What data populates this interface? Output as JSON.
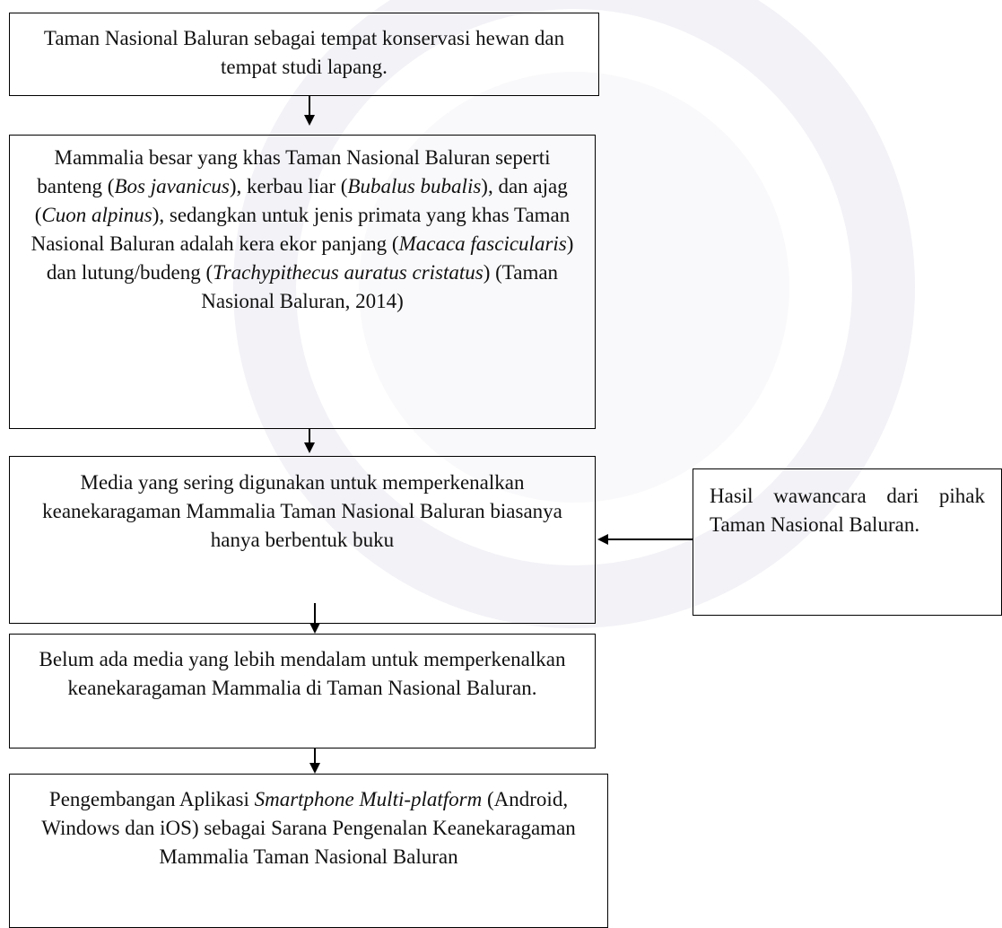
{
  "boxes": {
    "context": {
      "text": "Taman Nasional Baluran sebagai tempat konservasi hewan dan tempat studi lapang."
    },
    "mammals": {
      "t1": "Mammalia besar yang khas Taman Nasional Baluran seperti banteng (",
      "i1": "Bos javanicus",
      "t2": "), kerbau liar (",
      "i2": "Bubalus bubalis",
      "t3": "), dan ajag (",
      "i3": "Cuon alpinus",
      "t4": "), sedangkan untuk jenis primata yang khas Taman Nasional Baluran adalah kera ekor panjang (",
      "i4": "Macaca fascicularis",
      "t5": ") dan lutung/budeng (",
      "i5": "Trachypithecus auratus cristatus",
      "t6": ") (Taman Nasional Baluran, 2014)"
    },
    "media": {
      "text": "Media yang sering digunakan untuk memperkenalkan keanekaragaman Mammalia Taman Nasional Baluran biasanya hanya berbentuk buku"
    },
    "interview": {
      "text": "Hasil wawancara dari pihak Taman Nasional Baluran."
    },
    "gap": {
      "text": "Belum ada media yang lebih mendalam untuk memperkenalkan keanekaragaman Mammalia di Taman Nasional Baluran."
    },
    "development": {
      "t1": "Pengembangan Aplikasi ",
      "i1": "Smartphone Multi-platform",
      "t2": " (Android, Windows dan iOS) sebagai Sarana Pengenalan Keanekaragaman Mammalia Taman Nasional Baluran"
    }
  }
}
